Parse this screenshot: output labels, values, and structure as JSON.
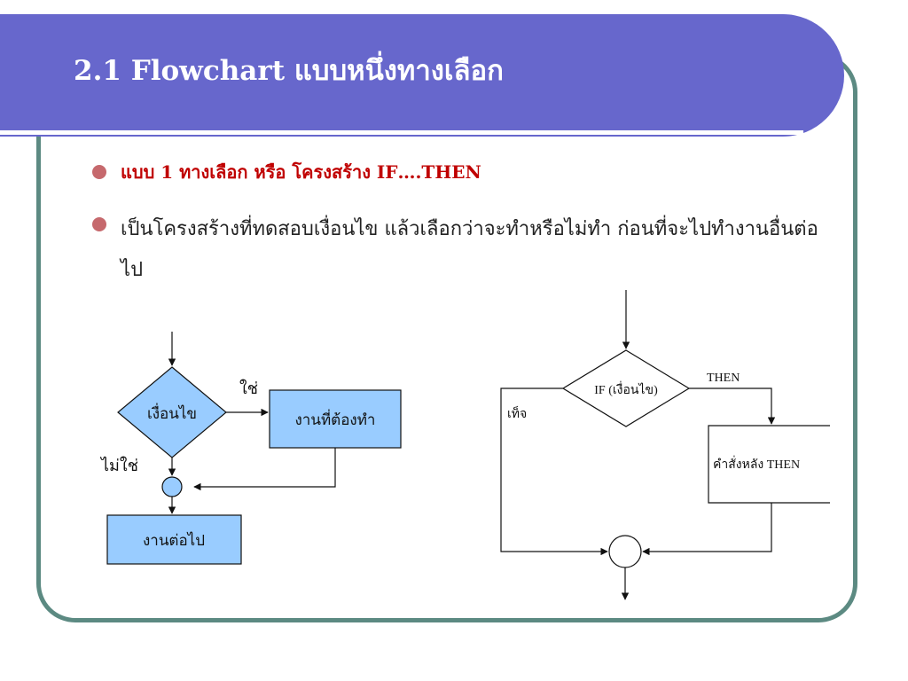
{
  "title": "2.1 Flowchart แบบหนึ่งทางเลือก",
  "bullets": [
    "แบบ 1 ทางเลือก หรือ โครงสร้าง IF….THEN",
    "เป็นโครงสร้างที่ทดสอบเงื่อนไข แล้วเลือกว่าจะทำหรือไม่ทำ ก่อนที่จะไปทำงานอื่นต่อไป"
  ],
  "left_flowchart": {
    "decision": "เงื่อนไข",
    "yes_label": "ใช่",
    "no_label": "ไม่ใช่",
    "task": "งานที่ต้องทำ",
    "next_task": "งานต่อไป"
  },
  "right_flowchart": {
    "decision": "IF (เงื่อนไข)",
    "then_label": "THEN",
    "false_label": "เท็จ",
    "statement": "คำสั่งหลัง THEN"
  },
  "colors": {
    "title_bar": "#6767cc",
    "frame_border": "#5c8a82",
    "bullet": "#c6696d",
    "bullet1_text": "#c00000",
    "shape_fill": "#99ccff"
  }
}
